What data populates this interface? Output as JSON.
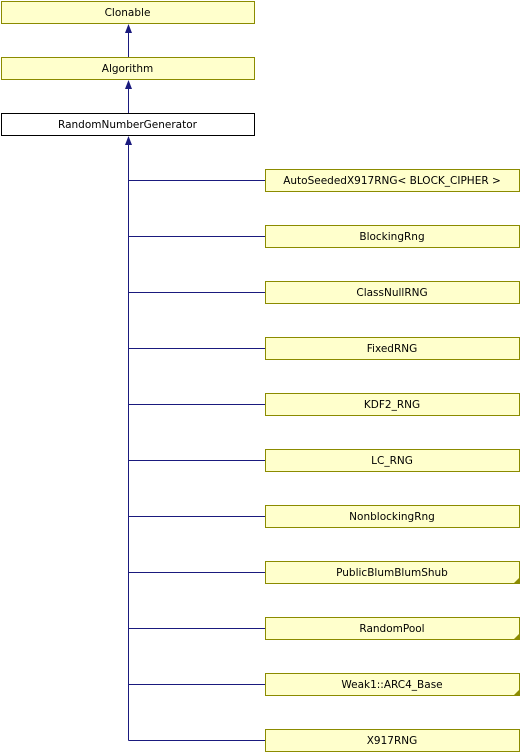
{
  "diagram": {
    "type": "class-inheritance-graph",
    "ancestors": [
      {
        "name": "Clonable"
      },
      {
        "name": "Algorithm"
      }
    ],
    "focus": {
      "name": "RandomNumberGenerator"
    },
    "subclasses": [
      {
        "name": "AutoSeededX917RNG< BLOCK_CIPHER >",
        "truncated": false
      },
      {
        "name": "BlockingRng",
        "truncated": false
      },
      {
        "name": "ClassNullRNG",
        "truncated": false
      },
      {
        "name": "FixedRNG",
        "truncated": false
      },
      {
        "name": "KDF2_RNG",
        "truncated": false
      },
      {
        "name": "LC_RNG",
        "truncated": false
      },
      {
        "name": "NonblockingRng",
        "truncated": false
      },
      {
        "name": "PublicBlumBlumShub",
        "truncated": true
      },
      {
        "name": "RandomPool",
        "truncated": true
      },
      {
        "name": "Weak1::ARC4_Base",
        "truncated": true
      },
      {
        "name": "X917RNG",
        "truncated": false
      }
    ],
    "colors": {
      "node_fill": "#ffffcc",
      "node_border": "#8b8b00",
      "focus_fill": "#ffffff",
      "focus_border": "#000000",
      "edge": "#1a1a7e"
    }
  }
}
